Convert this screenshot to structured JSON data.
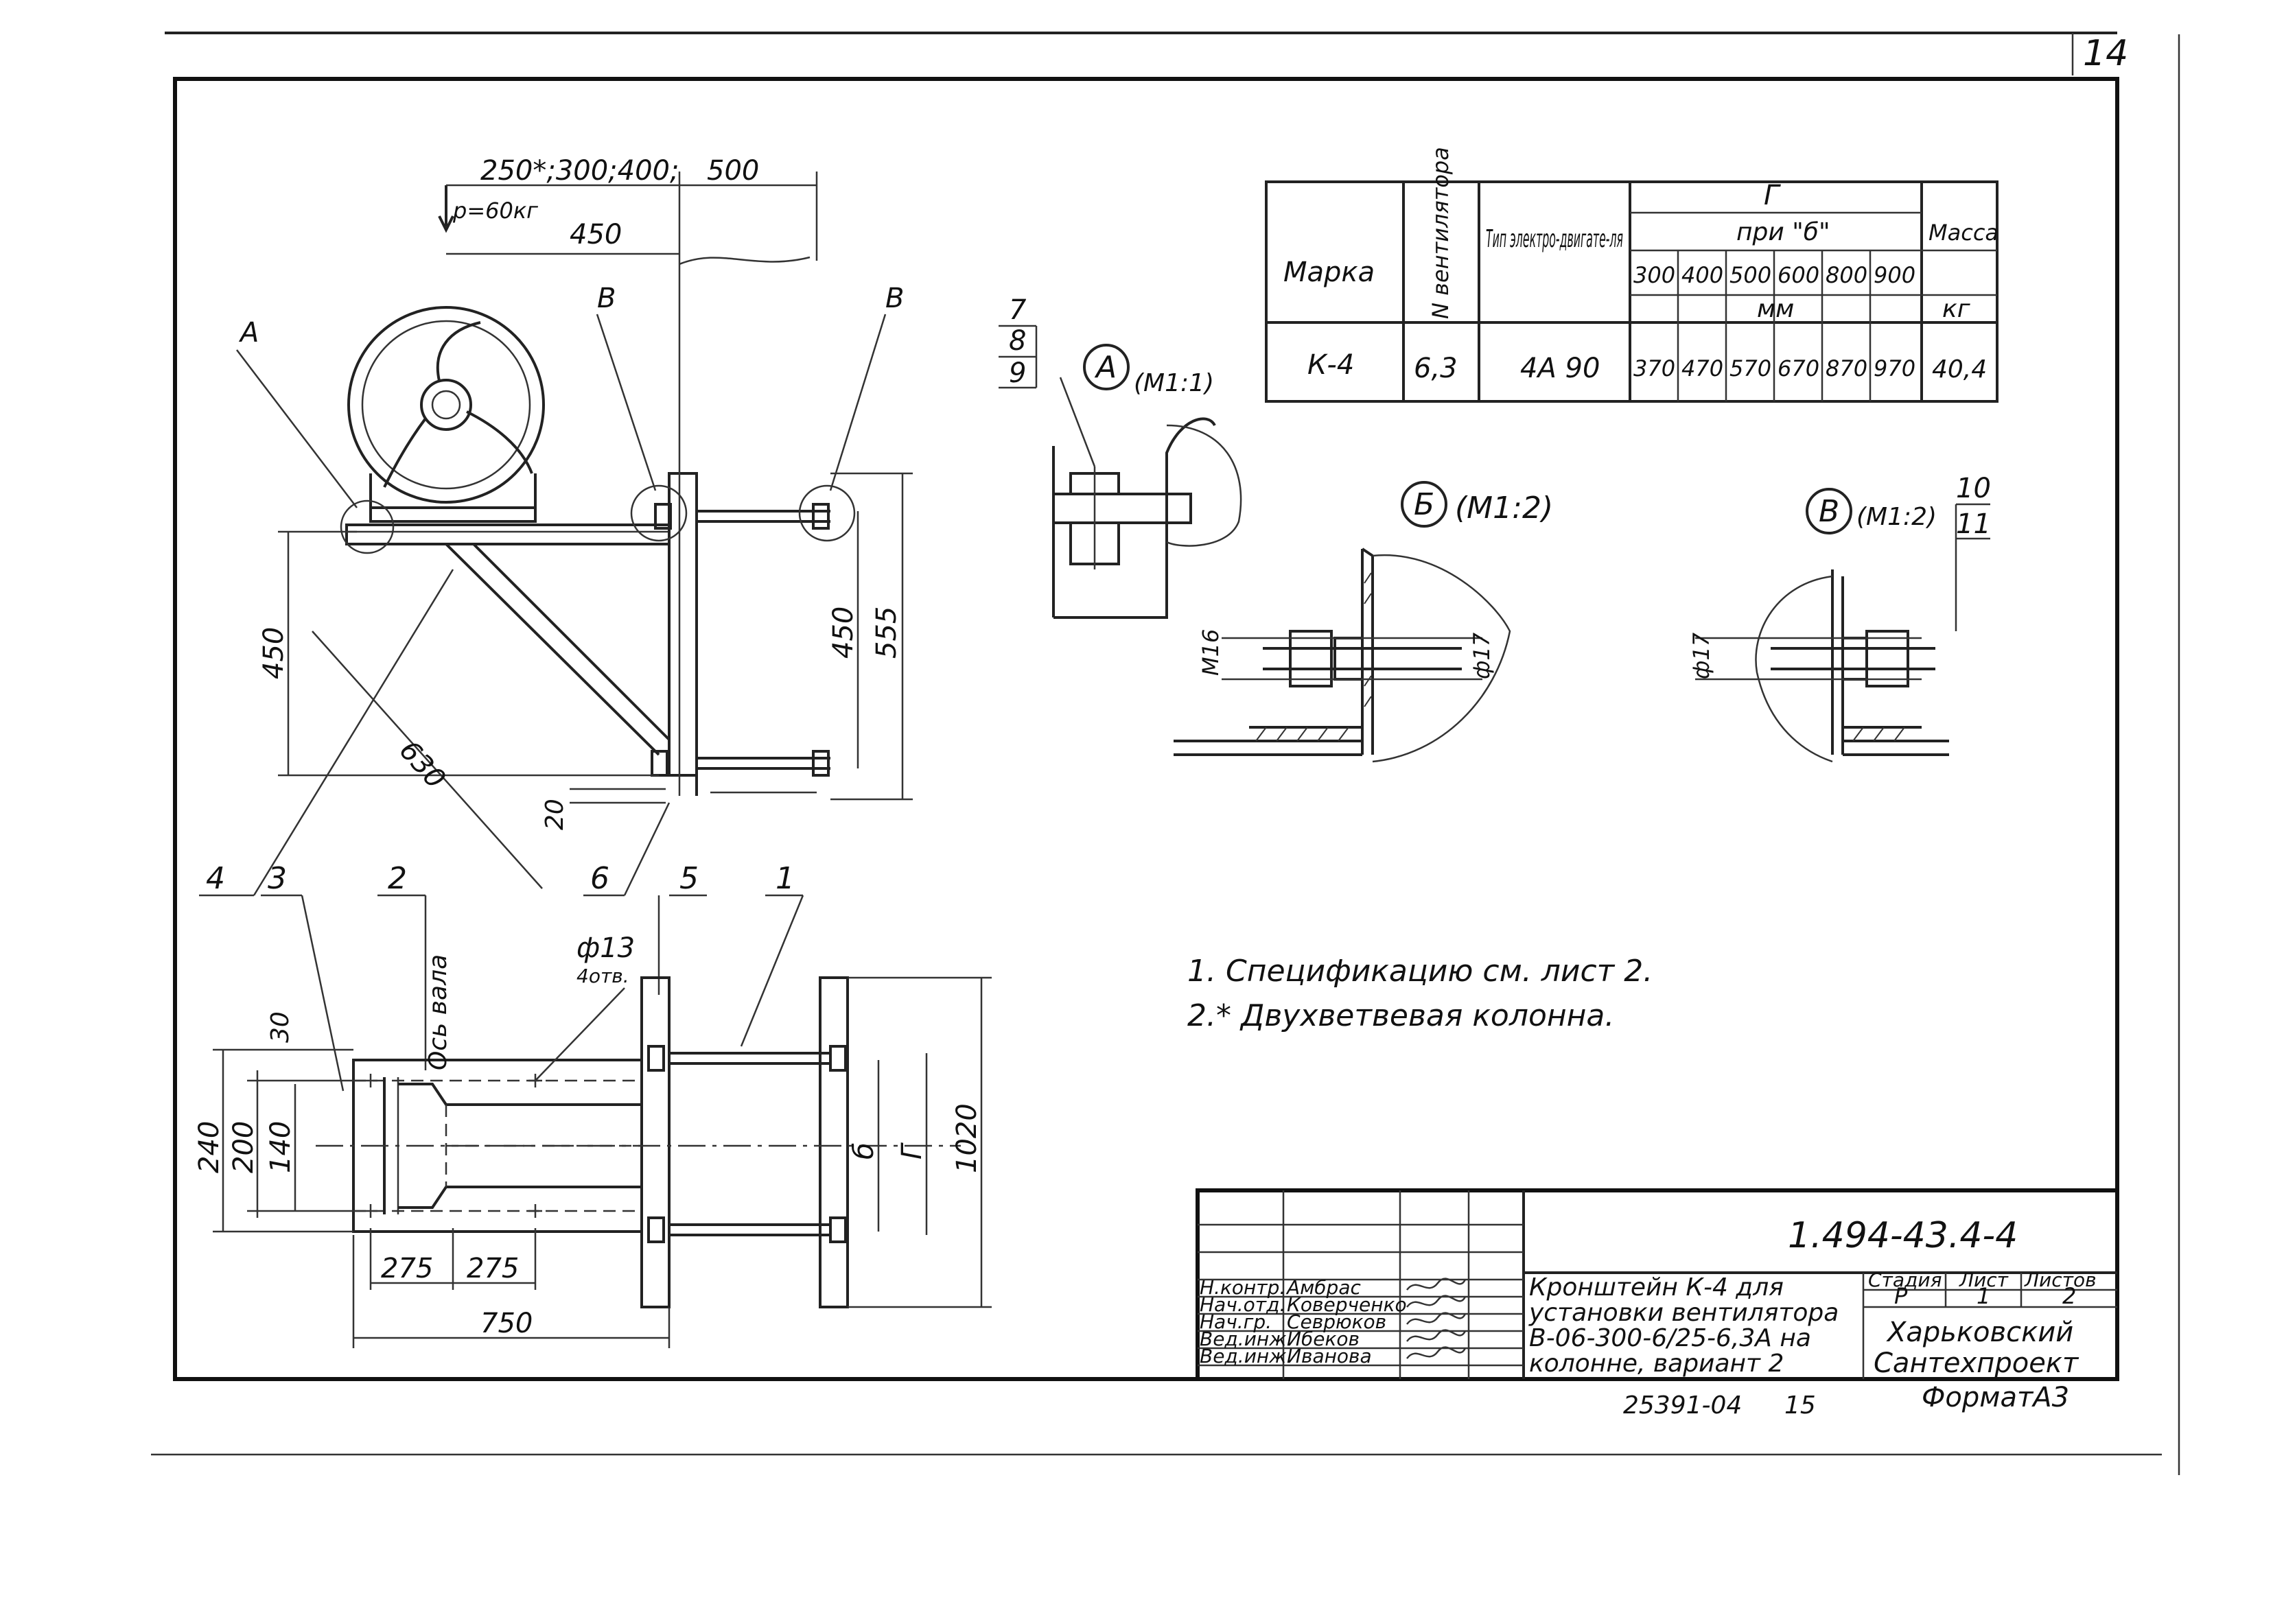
{
  "sheet": {
    "page_number": "14",
    "format": "ФорматА3",
    "archive_no": "25391-04",
    "archive_page": "15"
  },
  "main_view": {
    "dim_top_main": "250*;300;400;",
    "dim_top_right": "500",
    "load_note": "p=60кг",
    "dim_450_top": "450",
    "callout_a": "А",
    "callout_b1": "В",
    "callout_b2": "В",
    "dim_left_450": "450",
    "dim_right_450": "450",
    "dim_right_555": "555",
    "dim_630": "630",
    "dim_20": "20"
  },
  "position_labels": [
    "4",
    "3",
    "2",
    "6",
    "5",
    "1"
  ],
  "plan_view": {
    "axis_label": "Ось вала",
    "hole_dia": "ф13",
    "hole_count": "4отв.",
    "dim_30": "30",
    "dim_240": "240",
    "dim_200": "200",
    "dim_140": "140",
    "dim_b": "б",
    "dim_g": "Г",
    "dim_1020": "1020",
    "dim_275a": "275",
    "dim_275b": "275",
    "dim_750": "750"
  },
  "detail_a": {
    "marker": "А",
    "scale": "(М1:1)",
    "leaders": [
      "7",
      "8",
      "9"
    ]
  },
  "detail_b": {
    "marker": "Б",
    "scale": "(М1:2)",
    "bolt": "М16",
    "hole": "ф17"
  },
  "detail_v": {
    "marker": "В",
    "scale": "(М1:2)",
    "hole": "ф17",
    "leaders": [
      "10",
      "11"
    ]
  },
  "spec_table": {
    "headers": {
      "mark": "Марка",
      "fan_no": "N вентилятора",
      "motor_type": "Тип электро-двигате-ля",
      "g": "Г",
      "at_b": "при \"б\"",
      "mass": "Масса",
      "mm": "мм",
      "kg": "кг"
    },
    "b_values": [
      "300",
      "400",
      "500",
      "600",
      "800",
      "900"
    ],
    "row": {
      "mark": "К-4",
      "fan_no": "6,3",
      "motor_type": "4А 90",
      "g_values": [
        "370",
        "470",
        "570",
        "670",
        "870",
        "970"
      ],
      "mass": "40,4"
    }
  },
  "notes": [
    "1. Спецификацию см. лист 2.",
    "2.* Двухветвевая колонна."
  ],
  "title_block": {
    "doc_code": "1.494-43.4-4",
    "title_lines": [
      "Кронштейн К-4 для",
      "установки вентилятора",
      "В-06-300-6/25-6,3А на",
      "колонне, вариант 2"
    ],
    "stage_label": "Стадия",
    "sheet_label": "Лист",
    "sheets_label": "Листов",
    "stage": "Р",
    "sheet": "1",
    "sheets": "2",
    "org_lines": [
      "Харьковский",
      "Сантехпроект"
    ],
    "signatures": [
      {
        "role": "Н.контр.",
        "name": "Амбрас"
      },
      {
        "role": "Нач.отд.",
        "name": "Коверченко"
      },
      {
        "role": "Нач.гр.",
        "name": "Севрюков"
      },
      {
        "role": "Вед.инж.",
        "name": "Ибеков"
      },
      {
        "role": "Вед.инж.",
        "name": "Иванова"
      }
    ]
  }
}
